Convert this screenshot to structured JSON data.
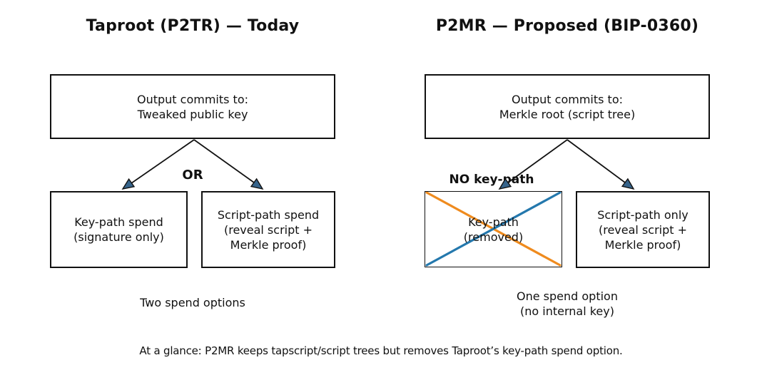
{
  "colors": {
    "background": "#ffffff",
    "line": "#111111",
    "arrowhead_fill": "#36648b",
    "cross_orange": "#ef8b1e",
    "cross_blue": "#2478ad",
    "text": "#111111"
  },
  "left_panel": {
    "title": "Taproot (P2TR) — Today",
    "top_box": {
      "lines": [
        "Output commits to:",
        "Tweaked public key"
      ]
    },
    "or_label": "OR",
    "keypath_box": {
      "lines": [
        "Key-path spend",
        "(signature only)"
      ]
    },
    "scriptpath_box": {
      "lines": [
        "Script-path spend",
        "(reveal script +",
        "Merkle proof)"
      ]
    },
    "caption": "Two spend options"
  },
  "right_panel": {
    "title": "P2MR — Proposed (BIP-0360)",
    "top_box": {
      "lines": [
        "Output commits to:",
        "Merkle root (script tree)"
      ]
    },
    "no_keypath_label": "NO key-path",
    "removed_box": {
      "lines": [
        "Key-path",
        "(removed)"
      ]
    },
    "scriptonly_box": {
      "lines": [
        "Script-path only",
        "(reveal script +",
        "Merkle proof)"
      ]
    },
    "caption": {
      "lines": [
        "One spend option",
        "(no internal key)"
      ]
    }
  },
  "footer": {
    "note": "At a glance: P2MR keeps tapscript/script trees but removes Taproot’s key-path spend option."
  }
}
